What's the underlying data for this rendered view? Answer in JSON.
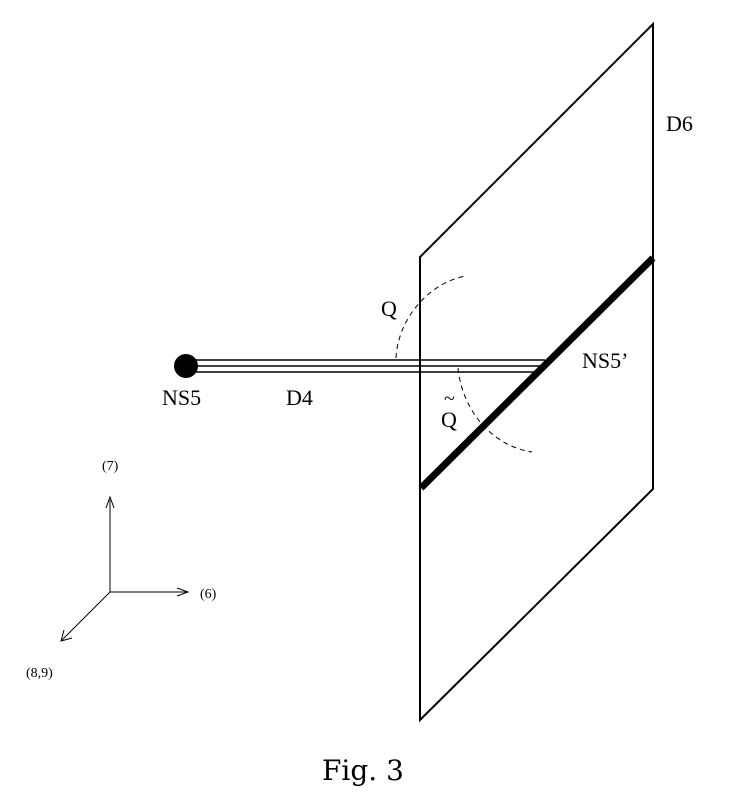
{
  "caption": "Fig. 3",
  "labels": {
    "d6": "D6",
    "q": "Q",
    "q_tilde_tilde": "~",
    "q_tilde_letter": "Q",
    "ns5_prime": "NS5’",
    "ns5": "NS5",
    "d4": "D4"
  },
  "axes": {
    "vertical": "(7)",
    "horizontal": "(6)",
    "diagonal": "(8,9)"
  },
  "colors": {
    "ink": "#000000",
    "background": "#ffffff"
  }
}
